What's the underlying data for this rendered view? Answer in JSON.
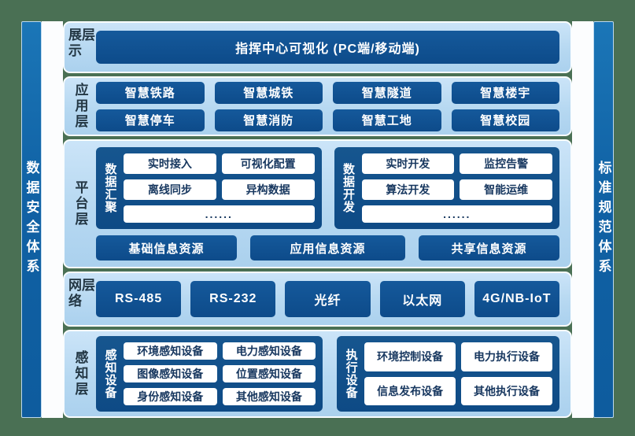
{
  "sidebars": {
    "left": "数据安全体系",
    "right": "标准规范体系"
  },
  "layers": [
    {
      "label": "展示层",
      "box": "指挥中心可视化 (PC端/移动端)"
    },
    {
      "label": "应用层",
      "items": [
        "智慧铁路",
        "智慧城铁",
        "智慧隧道",
        "智慧楼宇",
        "智慧停车",
        "智慧消防",
        "智慧工地",
        "智慧校园"
      ]
    },
    {
      "label": "平台层",
      "groups": [
        {
          "title": "数据汇聚",
          "items": [
            "实时接入",
            "可视化配置",
            "离线同步",
            "异构数据"
          ],
          "more": "......"
        },
        {
          "title": "数据开发",
          "items": [
            "实时开发",
            "监控告警",
            "算法开发",
            "智能运维"
          ],
          "more": "......"
        }
      ],
      "resources": [
        "基础信息资源",
        "应用信息资源",
        "共享信息资源"
      ]
    },
    {
      "label": "网络层",
      "items": [
        "RS-485",
        "RS-232",
        "光纤",
        "以太网",
        "4G/NB-IoT"
      ]
    },
    {
      "label": "感知层",
      "groups": [
        {
          "title": "感知设备",
          "items": [
            "环境感知设备",
            "电力感知设备",
            "图像感知设备",
            "位置感知设备",
            "身份感知设备",
            "其他感知设备"
          ]
        },
        {
          "title": "执行设备",
          "items": [
            "环境控制设备",
            "电力执行设备",
            "信息发布设备",
            "其他执行设备"
          ]
        }
      ]
    }
  ],
  "colors": {
    "background_green": "#4a7054",
    "panel_light_blue": "#bcdbf3",
    "panel_border": "#f9fcfe",
    "box_navy": "#0d4b8a",
    "group_navy": "#0e4a85",
    "bar_blue": "#1061a4",
    "white_box_bg": "#ffffff",
    "white_box_text": "#17375f",
    "layer_label_text": "#233744",
    "gutter_white": "#fcfdfe"
  }
}
